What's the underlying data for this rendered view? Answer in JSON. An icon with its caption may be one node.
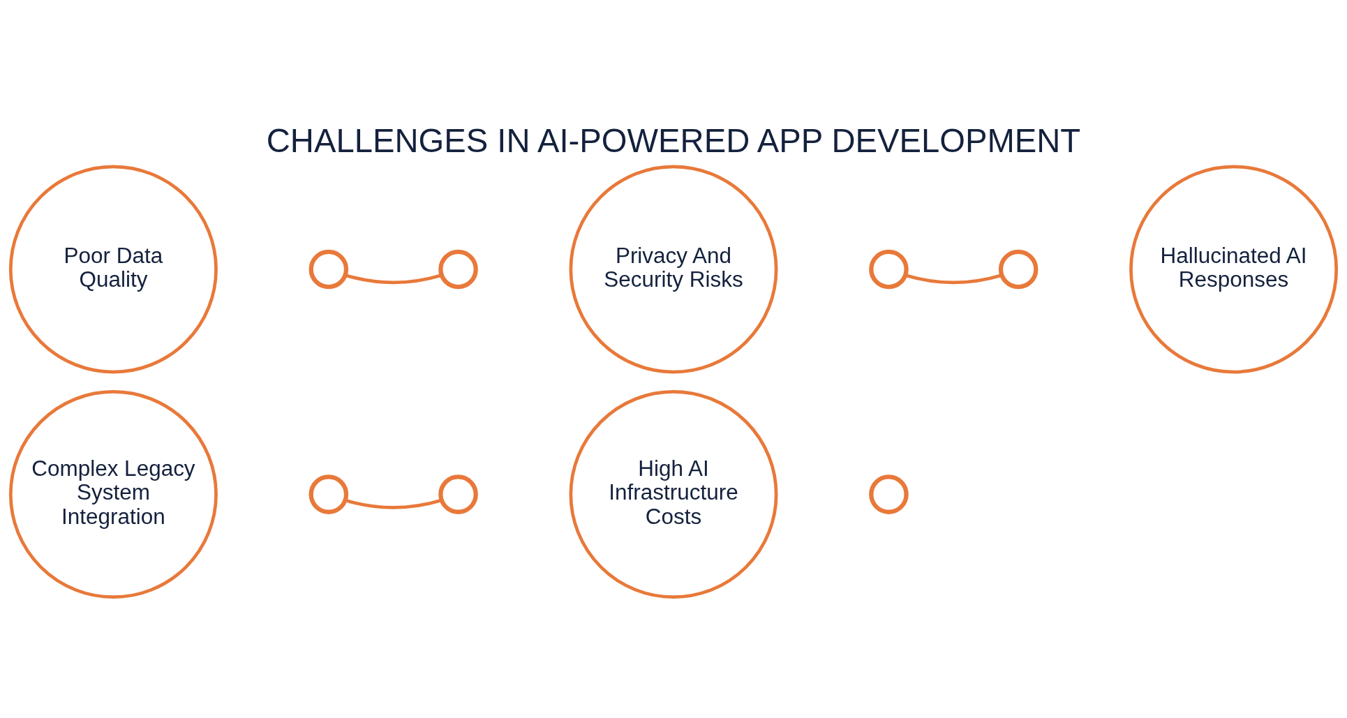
{
  "diagram": {
    "title": "CHALLENGES IN AI-POWERED APP DEVELOPMENT",
    "nodes": [
      {
        "text": [
          "Poor Data Quality"
        ]
      },
      {
        "text": [
          "Privacy And Security Risks"
        ]
      },
      {
        "text": [
          "Hallucinated AI Responses"
        ]
      },
      {
        "text": [
          "Complex Legacy System Integration"
        ]
      },
      {
        "text": [
          "High AI Infrastructure Costs"
        ]
      },
      {
        "text": [],
        "shape": "circle"
      },
      {
        "text": [],
        "shape": "circle"
      },
      {
        "text": [],
        "shape": "circle"
      },
      {
        "text": [],
        "shape": "circle"
      },
      {
        "text": [],
        "shape": "circle"
      },
      {
        "text": [],
        "shape": "circle"
      },
      {
        "text": [],
        "shape": "circle"
      }
    ],
    "edges": [
      {
        "from": 5,
        "to": 6,
        "arrow": "none"
      },
      {
        "from": 7,
        "to": 8,
        "arrow": "none"
      },
      {
        "from": 9,
        "to": 10,
        "arrow": "none"
      }
    ]
  }
}
